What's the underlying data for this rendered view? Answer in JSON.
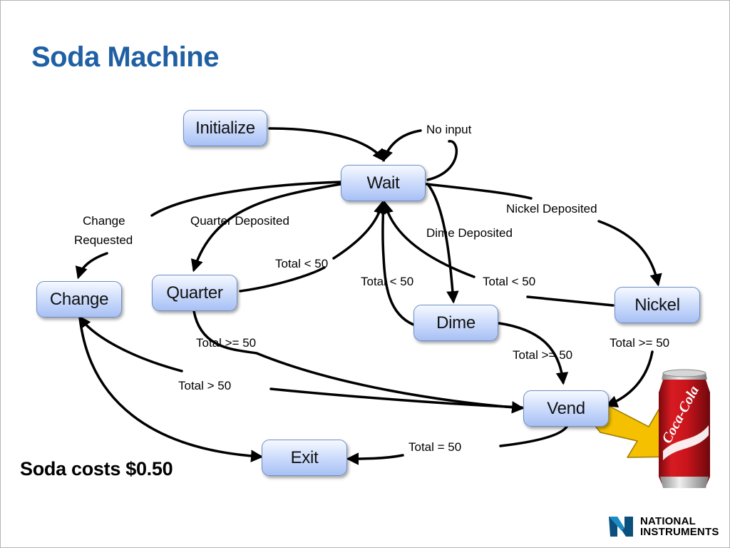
{
  "title": "Soda Machine",
  "note": "Soda costs $0.50",
  "logo": {
    "line1": "NATIONAL",
    "line2": "INSTRUMENTS"
  },
  "can_text": "Coca-Cola",
  "colors": {
    "title": "#1f5fa3",
    "node_fill": "#c9d9fb",
    "node_border": "#6f8fc7",
    "edge": "#000000",
    "vend_arrow": "#f5c000",
    "can_red": "#c8141c"
  },
  "states": {
    "initialize": "Initialize",
    "wait": "Wait",
    "change": "Change",
    "quarter": "Quarter",
    "dime": "Dime",
    "nickel": "Nickel",
    "vend": "Vend",
    "exit": "Exit"
  },
  "transitions": {
    "no_input": "No input",
    "change_requested_1": "Change",
    "change_requested_2": "Requested",
    "quarter_deposited": "Quarter Deposited",
    "dime_deposited": "Dime Deposited",
    "nickel_deposited": "Nickel Deposited",
    "quarter_total_lt": "Total < 50",
    "dime_total_lt": "Total < 50",
    "nickel_total_lt": "Total < 50",
    "quarter_total_gte": "Total >= 50",
    "dime_total_gte": "Total >= 50",
    "nickel_total_gte": "Total >= 50",
    "total_gt": "Total > 50",
    "total_eq": "Total = 50"
  }
}
